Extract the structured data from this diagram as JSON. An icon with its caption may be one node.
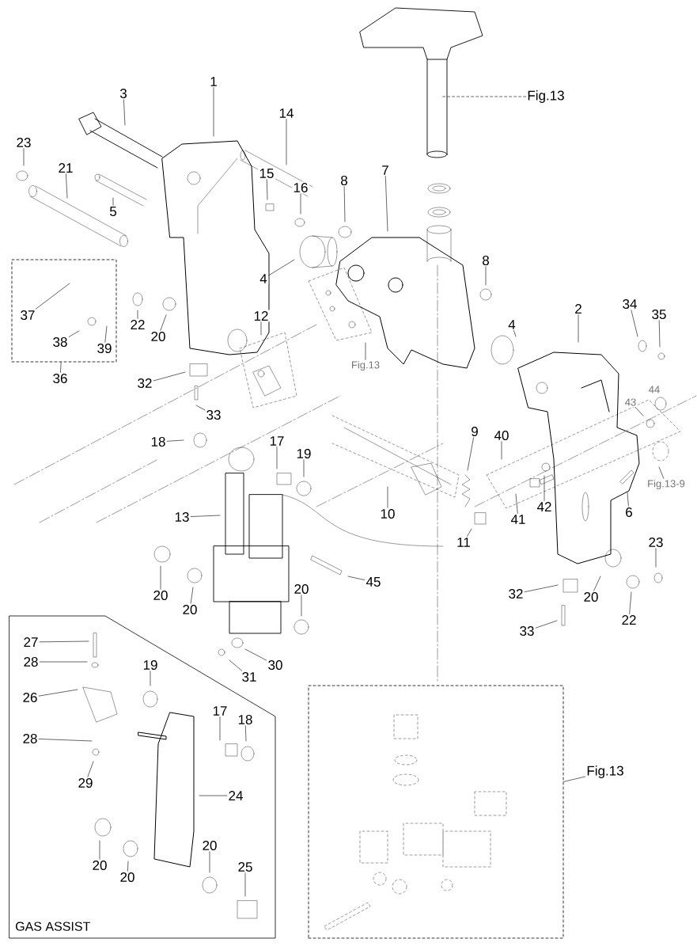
{
  "diagram": {
    "nodes": [
      {
        "text": [
          "Fig.13"
        ]
      },
      {
        "text": [
          "1"
        ]
      },
      {
        "text": [
          "3"
        ]
      },
      {
        "text": [
          "14"
        ]
      },
      {
        "text": [
          "23"
        ]
      },
      {
        "text": [
          "21"
        ]
      },
      {
        "text": [
          "15"
        ]
      },
      {
        "text": [
          "8"
        ]
      },
      {
        "text": [
          "7"
        ]
      },
      {
        "text": [
          "16"
        ]
      },
      {
        "text": [
          "5"
        ]
      },
      {
        "text": [
          "4"
        ]
      },
      {
        "text": [],
        "shape": "box"
      },
      {
        "text": [
          "37"
        ],
        "in": 12
      },
      {
        "text": [
          "38"
        ],
        "in": 12
      },
      {
        "text": [
          "39"
        ],
        "in": 12
      },
      {
        "text": [
          "36"
        ]
      },
      {
        "text": [
          "8"
        ]
      },
      {
        "text": [
          "22"
        ]
      },
      {
        "text": [
          "20"
        ]
      },
      {
        "text": [
          "12"
        ]
      },
      {
        "text": [
          "2"
        ]
      },
      {
        "text": [
          "34"
        ]
      },
      {
        "text": [
          "35"
        ]
      },
      {
        "text": [
          "4"
        ]
      },
      {
        "text": [
          "Fig.13"
        ]
      },
      {
        "text": [
          "32"
        ]
      },
      {
        "text": [
          "33"
        ]
      },
      {
        "text": [
          "9"
        ]
      },
      {
        "text": [
          "40"
        ]
      },
      {
        "text": [
          "18"
        ]
      },
      {
        "text": [
          "17"
        ]
      },
      {
        "text": [
          "19"
        ]
      },
      {
        "text": [
          "Fig.13-9"
        ]
      },
      {
        "text": [
          "13"
        ]
      },
      {
        "text": [
          "10"
        ]
      },
      {
        "text": [
          "41"
        ]
      },
      {
        "text": [
          "42"
        ]
      },
      {
        "text": [
          "6"
        ]
      },
      {
        "text": [
          "11"
        ]
      },
      {
        "text": [
          "23"
        ]
      },
      {
        "text": [
          "20"
        ]
      },
      {
        "text": [
          "20"
        ]
      },
      {
        "text": [
          "20"
        ]
      },
      {
        "text": [
          "45"
        ]
      },
      {
        "text": [
          "32"
        ]
      },
      {
        "text": [
          "20"
        ]
      },
      {
        "text": [
          "22"
        ]
      },
      {
        "text": [
          "33"
        ]
      },
      {
        "text": [
          "GAS ASSIST"
        ]
      },
      {
        "text": [
          "27"
        ],
        "in": 49
      },
      {
        "text": [
          "28"
        ],
        "in": 49
      },
      {
        "text": [
          "30"
        ]
      },
      {
        "text": [
          "31"
        ]
      },
      {
        "text": [
          "26"
        ],
        "in": 49
      },
      {
        "text": [
          "19"
        ],
        "in": 49
      },
      {
        "text": [
          "17"
        ],
        "in": 49
      },
      {
        "text": [
          "18"
        ],
        "in": 49
      },
      {
        "text": [
          "28"
        ],
        "in": 49
      },
      {
        "text": [
          "29"
        ],
        "in": 49
      },
      {
        "text": [
          "24"
        ],
        "in": 49
      },
      {
        "text": [],
        "shape": "box"
      },
      {
        "text": [
          "Fig.13"
        ]
      },
      {
        "text": [
          "20"
        ],
        "in": 49
      },
      {
        "text": [
          "20"
        ],
        "in": 49
      },
      {
        "text": [
          "20"
        ],
        "in": 49
      },
      {
        "text": [
          "25"
        ],
        "in": 49
      },
      {
        "text": [
          "43"
        ]
      }
    ],
    "edges": [
      {
        "from": 0,
        "to": null,
        "arrow": "none",
        "style": "dashed"
      },
      {
        "from": 1,
        "to": null,
        "arrow": "none"
      },
      {
        "from": 2,
        "to": null,
        "arrow": "none"
      },
      {
        "from": 3,
        "to": null,
        "arrow": "none"
      },
      {
        "from": 4,
        "to": null,
        "arrow": "none"
      },
      {
        "from": 5,
        "to": null,
        "arrow": "none"
      },
      {
        "from": 6,
        "to": null,
        "arrow": "none"
      },
      {
        "from": 7,
        "to": null,
        "arrow": "none"
      },
      {
        "from": 8,
        "to": null,
        "arrow": "none"
      },
      {
        "from": 9,
        "to": null,
        "arrow": "none"
      },
      {
        "from": 10,
        "to": null,
        "arrow": "none"
      },
      {
        "from": 11,
        "to": null,
        "arrow": "none"
      },
      {
        "from": 13,
        "to": null,
        "arrow": "none"
      },
      {
        "from": 14,
        "to": null,
        "arrow": "none"
      },
      {
        "from": 15,
        "to": null,
        "arrow": "none"
      },
      {
        "from": 16,
        "to": 12,
        "arrow": "none"
      },
      {
        "from": 17,
        "to": null,
        "arrow": "none"
      },
      {
        "from": 18,
        "to": null,
        "arrow": "none"
      },
      {
        "from": 19,
        "to": null,
        "arrow": "none"
      },
      {
        "from": 20,
        "to": null,
        "arrow": "none"
      },
      {
        "from": 21,
        "to": null,
        "arrow": "none"
      },
      {
        "from": 22,
        "to": null,
        "arrow": "none"
      },
      {
        "from": 23,
        "to": null,
        "arrow": "none"
      },
      {
        "from": 24,
        "to": null,
        "arrow": "none"
      },
      {
        "from": 25,
        "to": null,
        "arrow": "none"
      },
      {
        "from": 26,
        "to": null,
        "arrow": "none"
      },
      {
        "from": 27,
        "to": null,
        "arrow": "none"
      },
      {
        "from": 28,
        "to": null,
        "arrow": "none"
      },
      {
        "from": 29,
        "to": null,
        "arrow": "none"
      },
      {
        "from": 30,
        "to": null,
        "arrow": "none"
      },
      {
        "from": 31,
        "to": null,
        "arrow": "none"
      },
      {
        "from": 32,
        "to": null,
        "arrow": "none"
      },
      {
        "from": 33,
        "to": null,
        "arrow": "none"
      },
      {
        "from": 34,
        "to": null,
        "arrow": "none"
      },
      {
        "from": 35,
        "to": null,
        "arrow": "none"
      },
      {
        "from": 36,
        "to": null,
        "arrow": "none"
      },
      {
        "from": 37,
        "to": null,
        "arrow": "none"
      },
      {
        "from": 38,
        "to": null,
        "arrow": "none"
      },
      {
        "from": 39,
        "to": null,
        "arrow": "none"
      },
      {
        "from": 40,
        "to": null,
        "arrow": "none"
      },
      {
        "from": 41,
        "to": null,
        "arrow": "none"
      },
      {
        "from": 42,
        "to": null,
        "arrow": "none"
      },
      {
        "from": 43,
        "to": null,
        "arrow": "none"
      },
      {
        "from": 44,
        "to": null,
        "arrow": "none"
      },
      {
        "from": 45,
        "to": null,
        "arrow": "none"
      },
      {
        "from": 46,
        "to": null,
        "arrow": "none"
      },
      {
        "from": 47,
        "to": null,
        "arrow": "none"
      },
      {
        "from": 48,
        "to": null,
        "arrow": "none"
      },
      {
        "from": 50,
        "to": null,
        "arrow": "none"
      },
      {
        "from": 51,
        "to": null,
        "arrow": "none"
      },
      {
        "from": 52,
        "to": null,
        "arrow": "none"
      },
      {
        "from": 53,
        "to": null,
        "arrow": "none"
      },
      {
        "from": 54,
        "to": null,
        "arrow": "none"
      },
      {
        "from": 55,
        "to": null,
        "arrow": "none"
      },
      {
        "from": 56,
        "to": null,
        "arrow": "none"
      },
      {
        "from": 57,
        "to": null,
        "arrow": "none"
      },
      {
        "from": 58,
        "to": null,
        "arrow": "none"
      },
      {
        "from": 59,
        "to": null,
        "arrow": "none"
      },
      {
        "from": 60,
        "to": null,
        "arrow": "none"
      },
      {
        "from": 62,
        "to": 61,
        "arrow": "none"
      },
      {
        "from": 63,
        "to": null,
        "arrow": "none"
      },
      {
        "from": 64,
        "to": null,
        "arrow": "none"
      },
      {
        "from": 65,
        "to": null,
        "arrow": "none"
      },
      {
        "from": 66,
        "to": null,
        "arrow": "none"
      },
      {
        "from": 67,
        "to": null,
        "arrow": "none"
      }
    ],
    "labels": [
      "44"
    ]
  }
}
